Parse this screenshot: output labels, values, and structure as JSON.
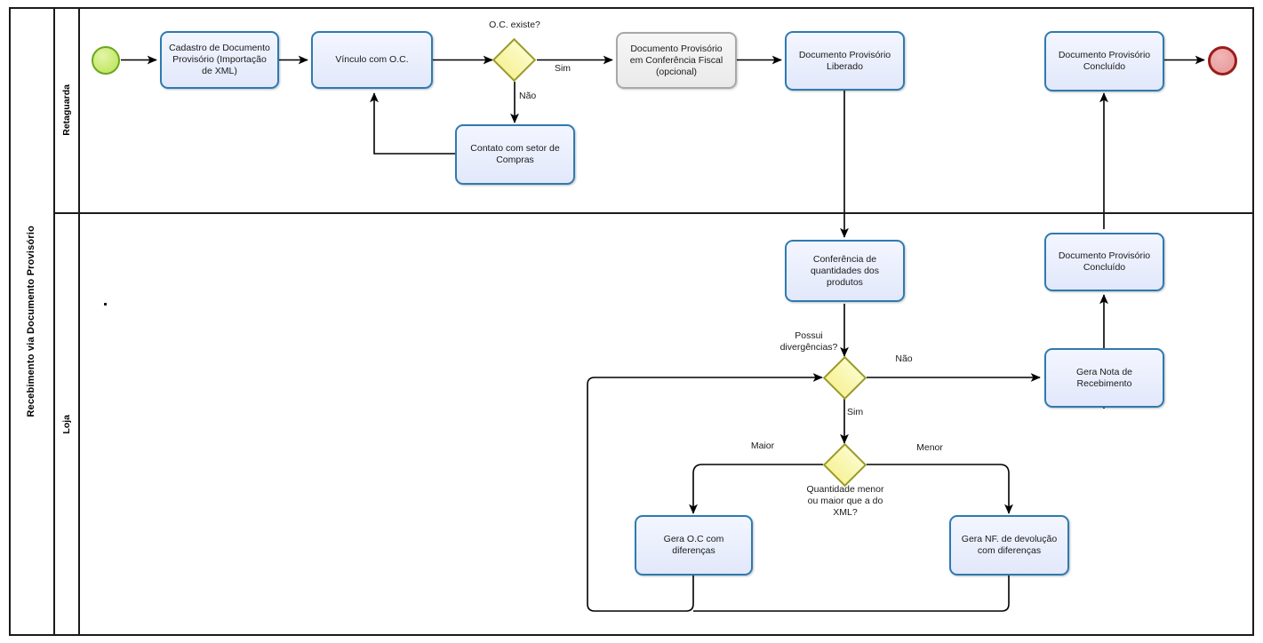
{
  "diagram": {
    "type": "bpmn-process",
    "pool": {
      "label": "Recebimento via Documento Provisório"
    },
    "lanes": [
      {
        "id": "retaguarda",
        "label": "Retaguarda"
      },
      {
        "id": "loja",
        "label": "Loja"
      }
    ],
    "colors": {
      "task_border": "#2e7ab0",
      "task_fill": "#e8edfc",
      "optional_task_border": "#a8a8a8",
      "optional_task_fill": "#eeeeee",
      "gateway_border": "#9a9a28",
      "gateway_fill": "#f7f29a",
      "start_event_border": "#6aa81f",
      "start_event_fill": "#c6e86a",
      "end_event_border": "#9b1c1c",
      "end_event_fill": "#e9a0a0",
      "connector": "#000000",
      "frame": "#1a1a1a"
    },
    "nodes": [
      {
        "id": "start",
        "kind": "start-event",
        "label": ""
      },
      {
        "id": "cadastro",
        "kind": "task",
        "label": "Cadastro de Documento Provisório (Importação de XML)"
      },
      {
        "id": "vinculo",
        "kind": "task",
        "label": "Vínculo com O.C."
      },
      {
        "id": "gw_oc",
        "kind": "gateway",
        "label": "O.C. existe?"
      },
      {
        "id": "contato",
        "kind": "task",
        "label": "Contato com setor de Compras"
      },
      {
        "id": "conferencia_fiscal",
        "kind": "task-optional",
        "label": "Documento Provisório em Conferência Fiscal (opcional)"
      },
      {
        "id": "dp_liberado",
        "kind": "task",
        "label": "Documento Provisório Liberado"
      },
      {
        "id": "dp_concluido_top",
        "kind": "task",
        "label": "Documento Provisório Concluído"
      },
      {
        "id": "end",
        "kind": "end-event",
        "label": ""
      },
      {
        "id": "conferencia_qtd",
        "kind": "task",
        "label": "Conferência de quantidades dos produtos"
      },
      {
        "id": "gw_diverg",
        "kind": "gateway",
        "label": "Possui divergências?"
      },
      {
        "id": "gera_nota",
        "kind": "task",
        "label": "Gera Nota de Recebimento"
      },
      {
        "id": "dp_concluido_loja",
        "kind": "task",
        "label": "Documento Provisório Concluído"
      },
      {
        "id": "gw_qtd",
        "kind": "gateway",
        "label": "Quantidade menor ou maior que a do XML?"
      },
      {
        "id": "gera_oc",
        "kind": "task",
        "label": "Gera O.C com diferenças"
      },
      {
        "id": "gera_nf",
        "kind": "task",
        "label": "Gera NF. de devolução com diferenças"
      }
    ],
    "flow_labels": {
      "oc_sim": "Sim",
      "oc_nao": "Não",
      "diverg_nao": "Não",
      "diverg_sim": "Sim",
      "qtd_maior": "Maior",
      "qtd_menor": "Menor"
    },
    "gateway_labels": {
      "gw_oc": "O.C. existe?",
      "gw_diverg": "Possui\ndivergências?",
      "gw_qtd": "Quantidade menor\nou maior que a do\nXML?"
    },
    "node_labels": {
      "cadastro": "Cadastro de Documento\nProvisório (Importação\nde XML)",
      "vinculo": "Vínculo com O.C.",
      "contato": "Contato com setor de\nCompras",
      "conferencia_fiscal": "Documento Provisório\nem Conferência Fiscal\n(opcional)",
      "dp_liberado": "Documento Provisório\nLiberado",
      "dp_concluido_top": "Documento Provisório\nConcluído",
      "conferencia_qtd": "Conferência de\nquantidades dos\nprodutos",
      "gera_nota": "Gera Nota de\nRecebimento",
      "dp_concluido_loja": "Documento Provisório\nConcluído",
      "gera_oc": "Gera O.C com\ndiferenças",
      "gera_nf": "Gera NF. de devolução\ncom diferenças"
    }
  }
}
